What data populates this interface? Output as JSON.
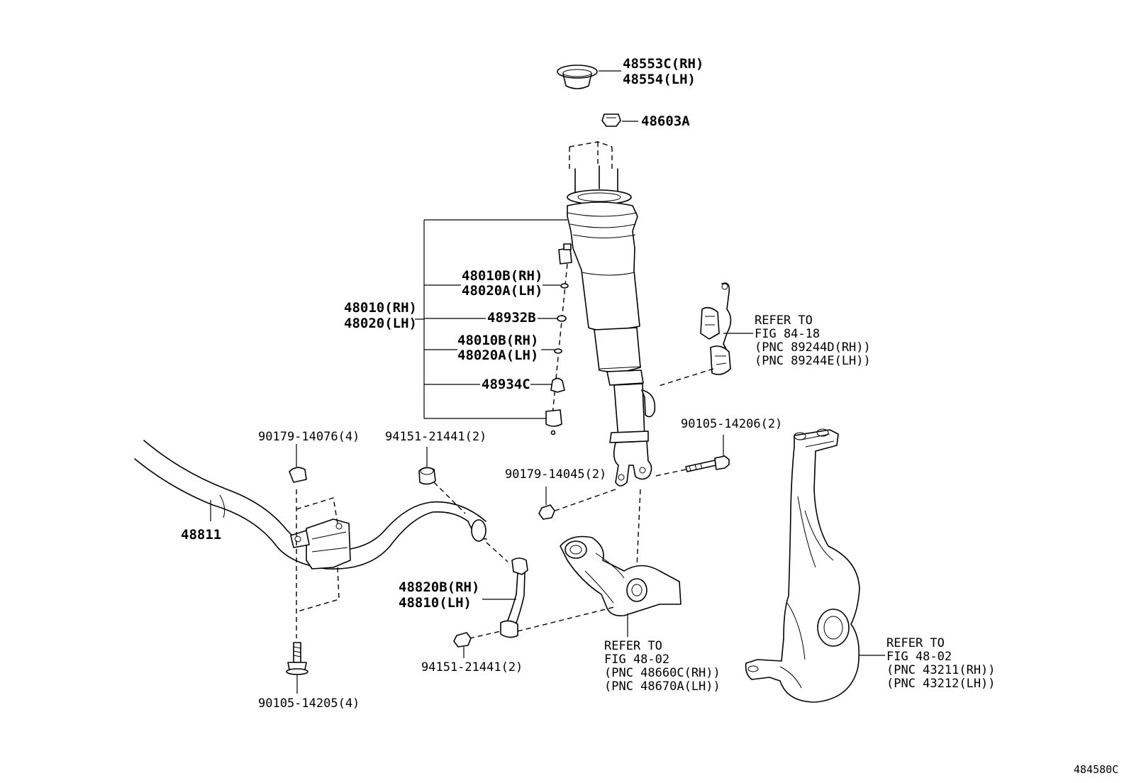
{
  "labels": {
    "upper_cap": [
      "48553C(RH)",
      "48554(LH)"
    ],
    "nut_48603A": "48603A",
    "absorber_assy": [
      "48010(RH)",
      "48020(LH)"
    ],
    "oring_upper": [
      "48010B(RH)",
      "48020A(LH)"
    ],
    "washer_48932B": "48932B",
    "oring_lower": [
      "48010B(RH)",
      "48020A(LH)"
    ],
    "clip_48934C": "48934C",
    "sensor_ref": [
      "REFER TO",
      "FIG 84-18",
      "(PNC 89244D(RH))",
      "(PNC 89244E(LH))"
    ],
    "bolt_90105_14206": "90105-14206(2)",
    "nut_90179_14045": "90179-14045(2)",
    "bracket_nut_90179_14076": "90179-14076(4)",
    "bushing_94151_21441_top": "94151-21441(2)",
    "stabilizer_bar": "48811",
    "link": [
      "48820B(RH)",
      "48810(LH)"
    ],
    "nut_94151_21441_bottom": "94151-21441(2)",
    "bolt_90105_14205": "90105-14205(4)",
    "lower_arm_ref": [
      "REFER TO",
      "FIG 48-02",
      "(PNC 48660C(RH))",
      "(PNC 48670A(LH))"
    ],
    "knuckle_ref": [
      "REFER TO",
      "FIG 48-02",
      "(PNC 43211(RH))",
      "(PNC 43212(LH))"
    ],
    "figure_code": "484580C"
  }
}
